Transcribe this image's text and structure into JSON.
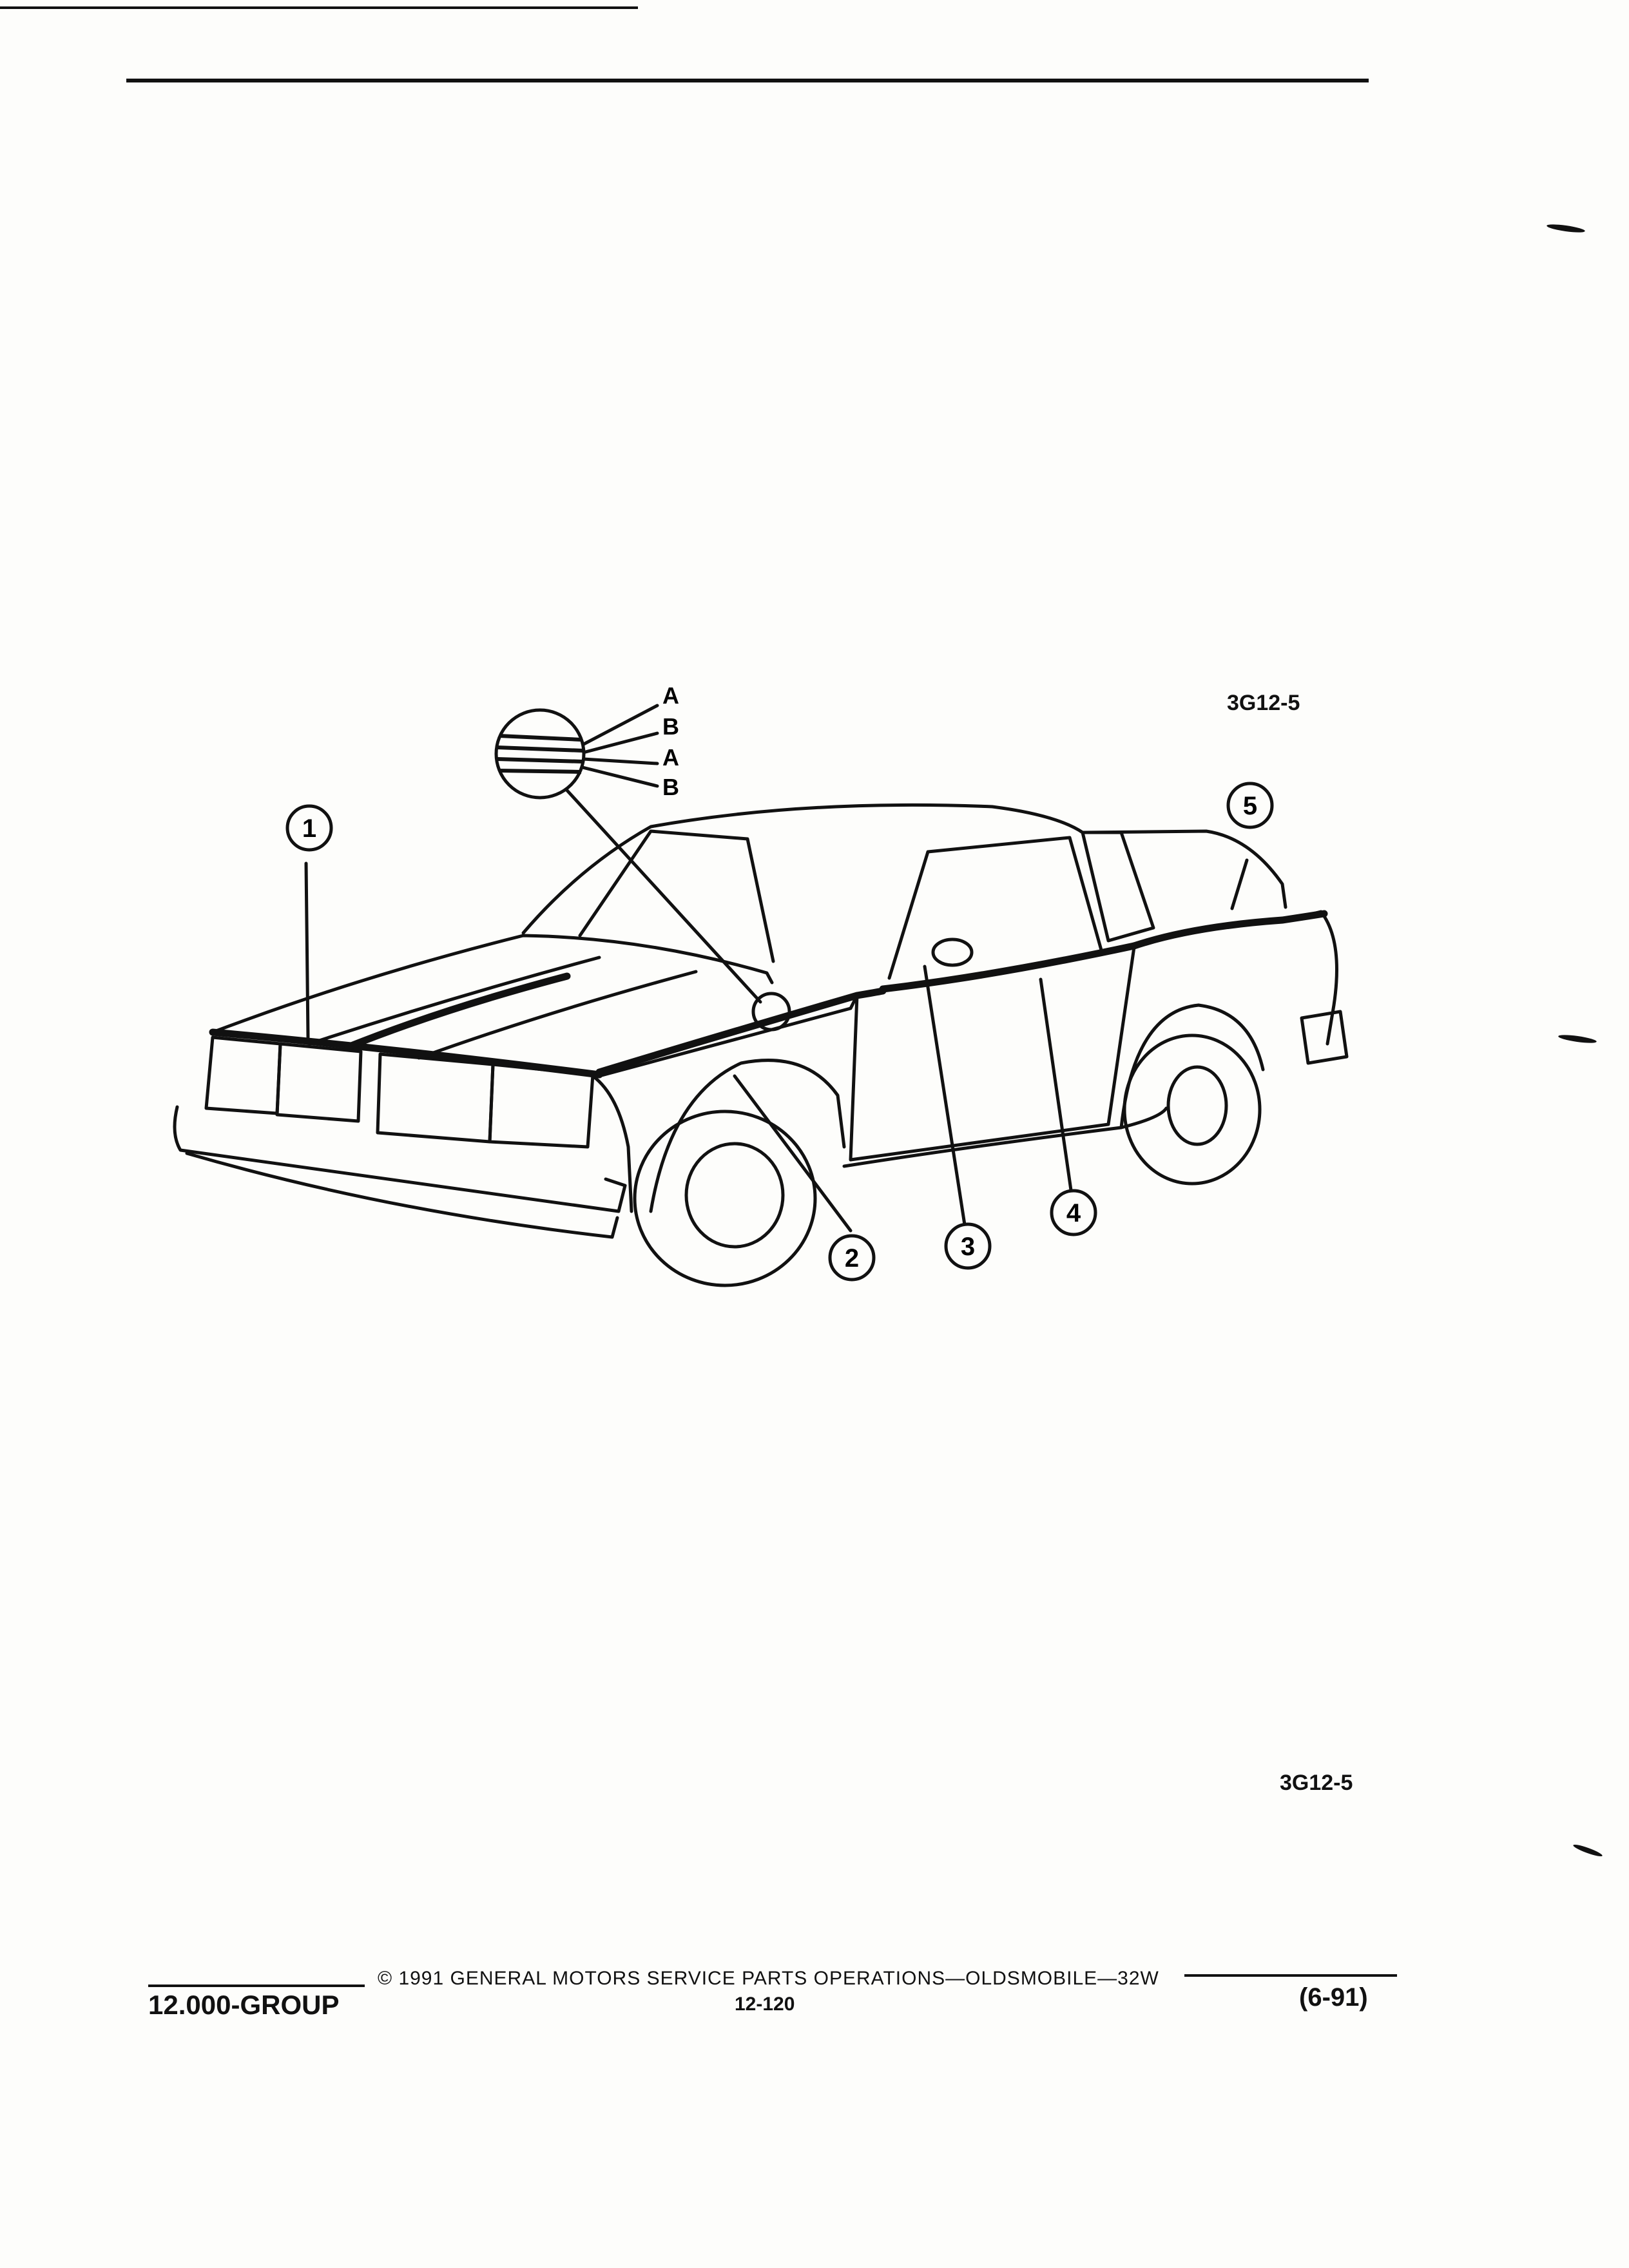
{
  "figure": {
    "code_top": "3G12-5",
    "code_bottom": "3G12-5",
    "detail_stripe_labels": [
      "A",
      "B",
      "A",
      "B"
    ],
    "callouts": [
      "1",
      "2",
      "3",
      "4",
      "5"
    ]
  },
  "footer": {
    "group": "12.000-GROUP",
    "copyright": "© 1991 GENERAL MOTORS SERVICE PARTS OPERATIONS—OLDSMOBILE—32W",
    "page_number": "12-120",
    "date_code": "(6-91)"
  }
}
